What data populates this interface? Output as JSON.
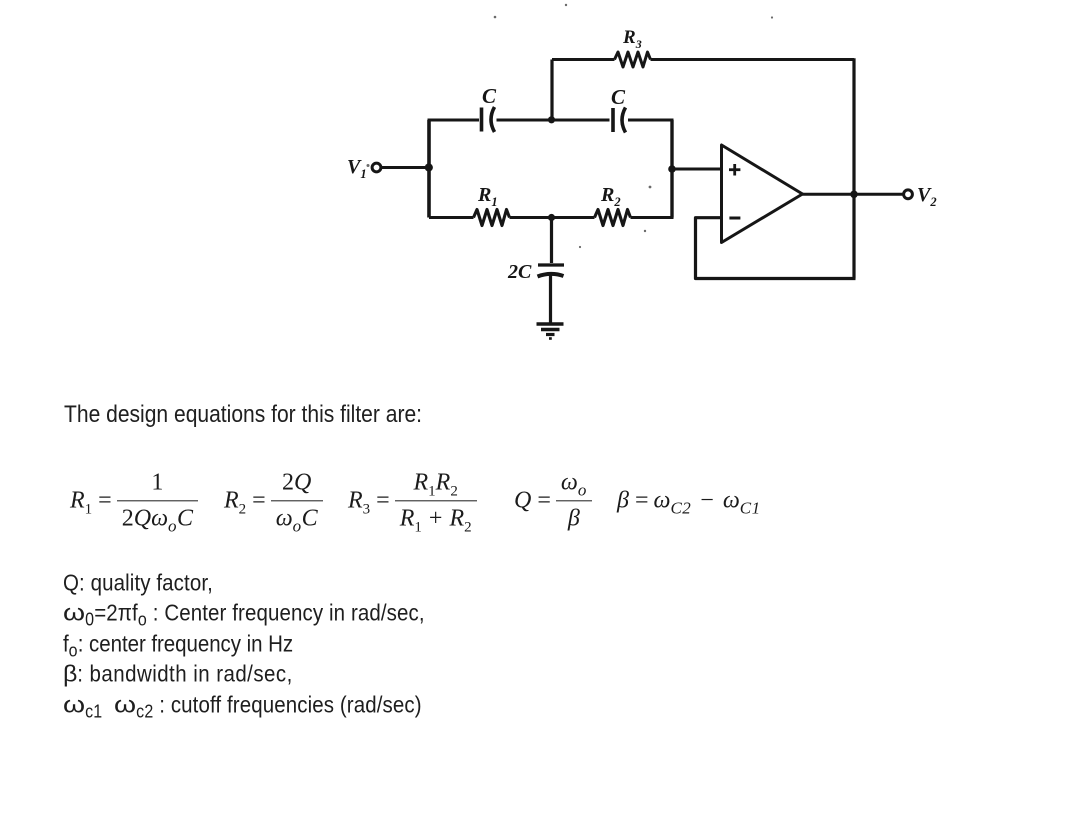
{
  "page": {
    "bg": "#ffffff",
    "ink": "#181818"
  },
  "circuit": {
    "v1_base": "V",
    "v1_sub": "1",
    "v2_base": "V",
    "v2_sub": "2",
    "cap_left_label": "C",
    "cap_right_label": "C",
    "cap_ground_label": "2C",
    "r1_base": "R",
    "r1_sub": "1",
    "r2_base": "R",
    "r2_sub": "2",
    "r3_base": "R",
    "r3_sub": "3",
    "opamp_plus": "+",
    "opamp_minus": "−"
  },
  "heading": "The design equations for this filter are:",
  "equations": {
    "r1": {
      "lhs": "R",
      "lhs_sub": "1",
      "rel": "=",
      "num": "1",
      "den_coef": "2",
      "den_q": "Q",
      "den_omega": "ω",
      "den_omega_sub": "o",
      "den_c": "C"
    },
    "r2": {
      "lhs": "R",
      "lhs_sub": "2",
      "rel": "=",
      "num_coef": "2",
      "num_q": "Q",
      "den_omega": "ω",
      "den_omega_sub": "o",
      "den_c": "C"
    },
    "r3": {
      "lhs": "R",
      "lhs_sub": "3",
      "rel": "=",
      "num_r1": "R",
      "num_r1_sub": "1",
      "num_r2": "R",
      "num_r2_sub": "2",
      "den_r1": "R",
      "den_r1_sub": "1",
      "den_plus": "+",
      "den_r2": "R",
      "den_r2_sub": "2"
    },
    "q": {
      "lhs": "Q",
      "rel": "=",
      "num": "ω",
      "num_sub": "o",
      "den": "β"
    },
    "beta": {
      "lhs": "β",
      "rel": "=",
      "t1": "ω",
      "t1_sub": "C2",
      "minus": "−",
      "t2": "ω",
      "t2_sub": "C1"
    }
  },
  "definitions": {
    "l1": {
      "t1": "Q: quality factor,"
    },
    "l2": {
      "t1": "ω",
      "s1": "0",
      "t2": "=2πf",
      "s2": "o",
      "t3": " : Center frequency in rad/sec,"
    },
    "l3": {
      "t1": "f",
      "s1": "o",
      "t2": ": center frequency in Hz"
    },
    "l4": {
      "t1": "β",
      "t2": ": bandwidth in rad/sec,"
    },
    "l5": {
      "t1": "ω",
      "s1": "c1",
      "t2w": "  ",
      "t2": "ω",
      "s2": "c2",
      "t3": " : cutoff frequencies (rad/sec)"
    }
  }
}
